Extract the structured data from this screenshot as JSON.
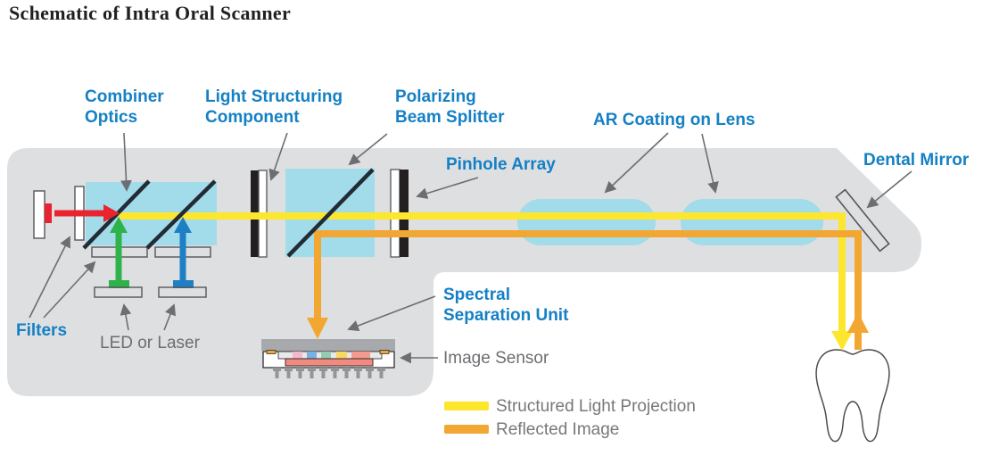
{
  "title": "Schematic of Intra Oral Scanner",
  "colors": {
    "body_gray": "#dedfe1",
    "optic_cyan": "#a2dbea",
    "dark_diagonal": "#232b34",
    "beam_yellow": "#fce72e",
    "beam_orange": "#f2a733",
    "laser_red": "#e9242e",
    "led_green": "#2eb34b",
    "led_blue": "#1e7fc4",
    "label_blue": "#1580c4",
    "text_gray": "#6d6e71",
    "pointer_gray": "#6d6e71",
    "outline": "#55565a",
    "bar_black": "#231f20",
    "sensor_cover": "#a7a9ac",
    "pin_gray": "#939598",
    "die_salmon": "#f18a80",
    "pad_orange": "#eaa63c",
    "pixel_pink": "#f2b9cc",
    "pixel_blue": "#79b1e0",
    "pixel_teal": "#92ccb1",
    "pixel_yellow": "#f8d763",
    "pixel_salmon": "#f49a8f",
    "filter_strip": "#e8e9ea"
  },
  "callouts": {
    "combiner_optics": {
      "line1": "Combiner",
      "line2": "Optics"
    },
    "light_structuring": {
      "line1": "Light Structuring",
      "line2": "Component"
    },
    "polarizing": {
      "line1": "Polarizing",
      "line2": "Beam Splitter"
    },
    "pinhole_array": {
      "label": "Pinhole Array"
    },
    "ar_coating": {
      "label": "AR Coating on Lens"
    },
    "dental_mirror": {
      "label": "Dental Mirror"
    },
    "spectral_separation": {
      "line1": "Spectral",
      "line2": "Separation Unit"
    },
    "filters": {
      "label": "Filters"
    },
    "led_or_laser": {
      "label": "LED or Laser"
    },
    "image_sensor": {
      "label": "Image Sensor"
    }
  },
  "legend": {
    "structured": {
      "label": "Structured Light Projection",
      "color": "#fce72e"
    },
    "reflected": {
      "label": "Reflected Image",
      "color": "#f2a733"
    }
  }
}
